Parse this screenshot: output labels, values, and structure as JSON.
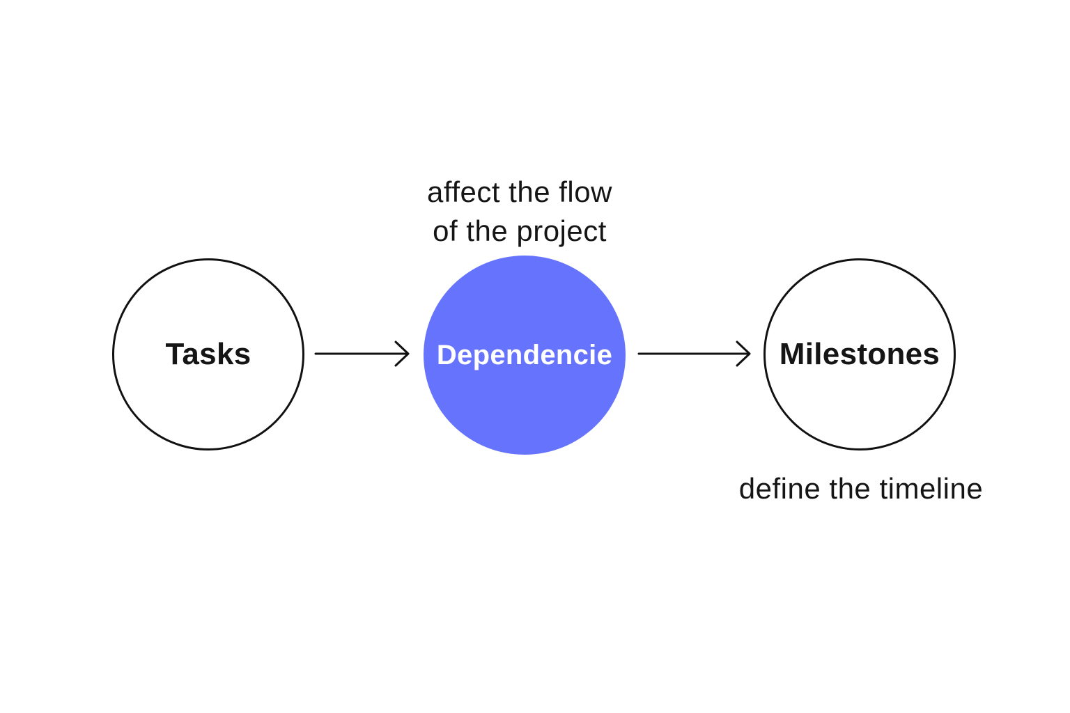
{
  "diagram": {
    "nodes": [
      {
        "id": "tasks",
        "label": "Tasks",
        "style": "outline"
      },
      {
        "id": "dependencies",
        "label": "Dependencie",
        "style": "filled",
        "color": "#6673FC"
      },
      {
        "id": "milestones",
        "label": "Milestones",
        "style": "outline"
      }
    ],
    "edges": [
      {
        "from": "tasks",
        "to": "dependencies"
      },
      {
        "from": "dependencies",
        "to": "milestones"
      }
    ],
    "annotations": {
      "dependencies": [
        "affect the flow",
        "of the project"
      ],
      "milestones": "define the timeline"
    },
    "colors": {
      "accent": "#6673FC",
      "stroke": "#111111",
      "text": "#151515",
      "background": "#ffffff"
    }
  }
}
